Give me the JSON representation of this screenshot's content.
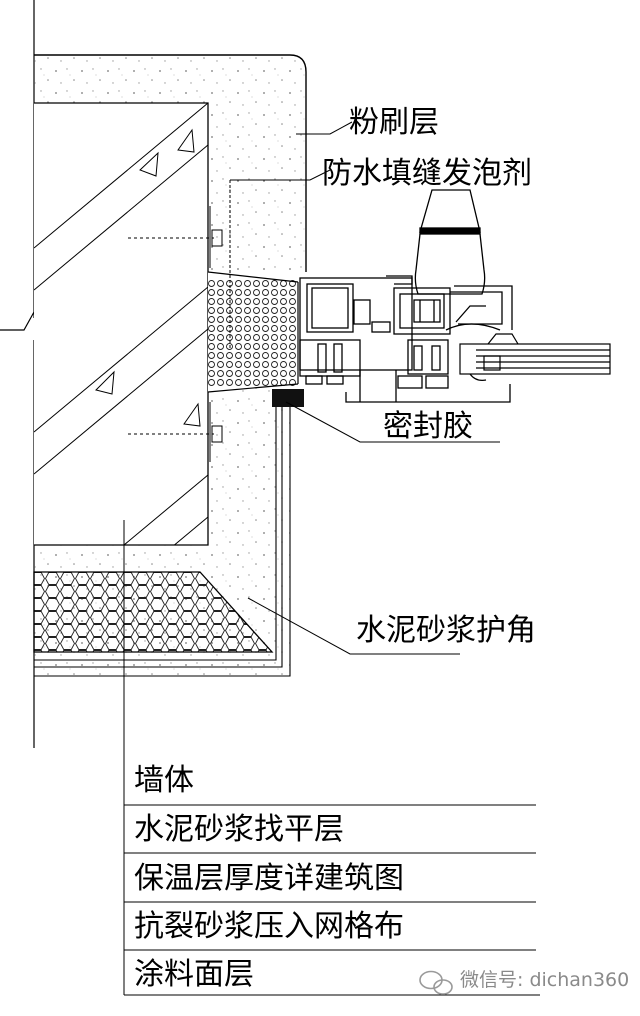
{
  "labels": {
    "plaster": "粉刷层",
    "foam": "防水填缝发泡剂",
    "sealant": "密封胶",
    "mortar_corner": "水泥砂浆护角"
  },
  "layers": [
    "墙体",
    "水泥砂浆找平层",
    "保温层厚度详建筑图",
    "抗裂砂浆压入网格布",
    "涂料面层"
  ],
  "watermark": {
    "icon": "wechat-icon",
    "text": "微信号: dichan360"
  }
}
